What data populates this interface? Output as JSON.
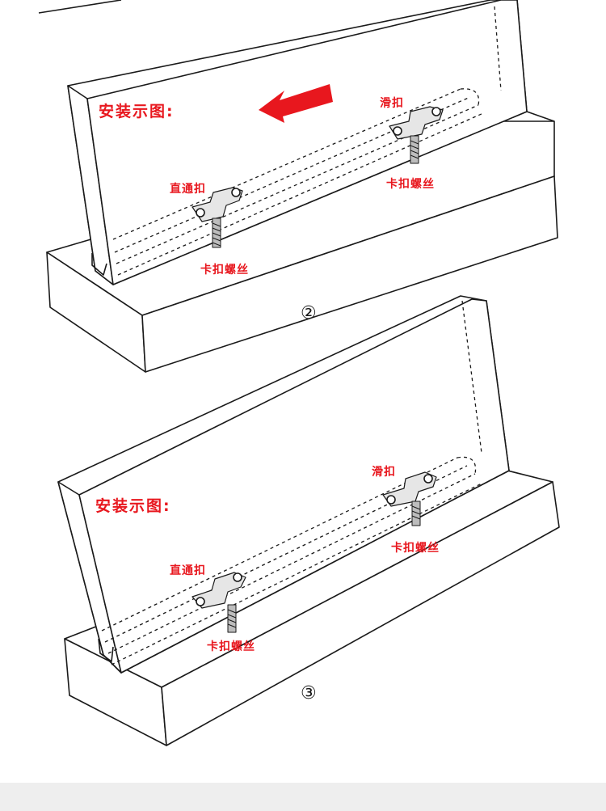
{
  "colors": {
    "accent": "#e8171e",
    "line": "#1a1a1a",
    "background": "#ffffff"
  },
  "diagrams": [
    {
      "title": "安装示图:",
      "step": "②",
      "labels": {
        "slide_clip": "滑扣",
        "straight_clip": "直通扣",
        "screw_right": "卡扣螺丝",
        "screw_left": "卡扣螺丝"
      },
      "arrow_icon": "left-arrow-icon"
    },
    {
      "title": "安装示图:",
      "step": "③",
      "labels": {
        "slide_clip": "滑扣",
        "straight_clip": "直通扣",
        "screw_right": "卡扣螺丝",
        "screw_left": "卡扣螺丝"
      }
    }
  ]
}
